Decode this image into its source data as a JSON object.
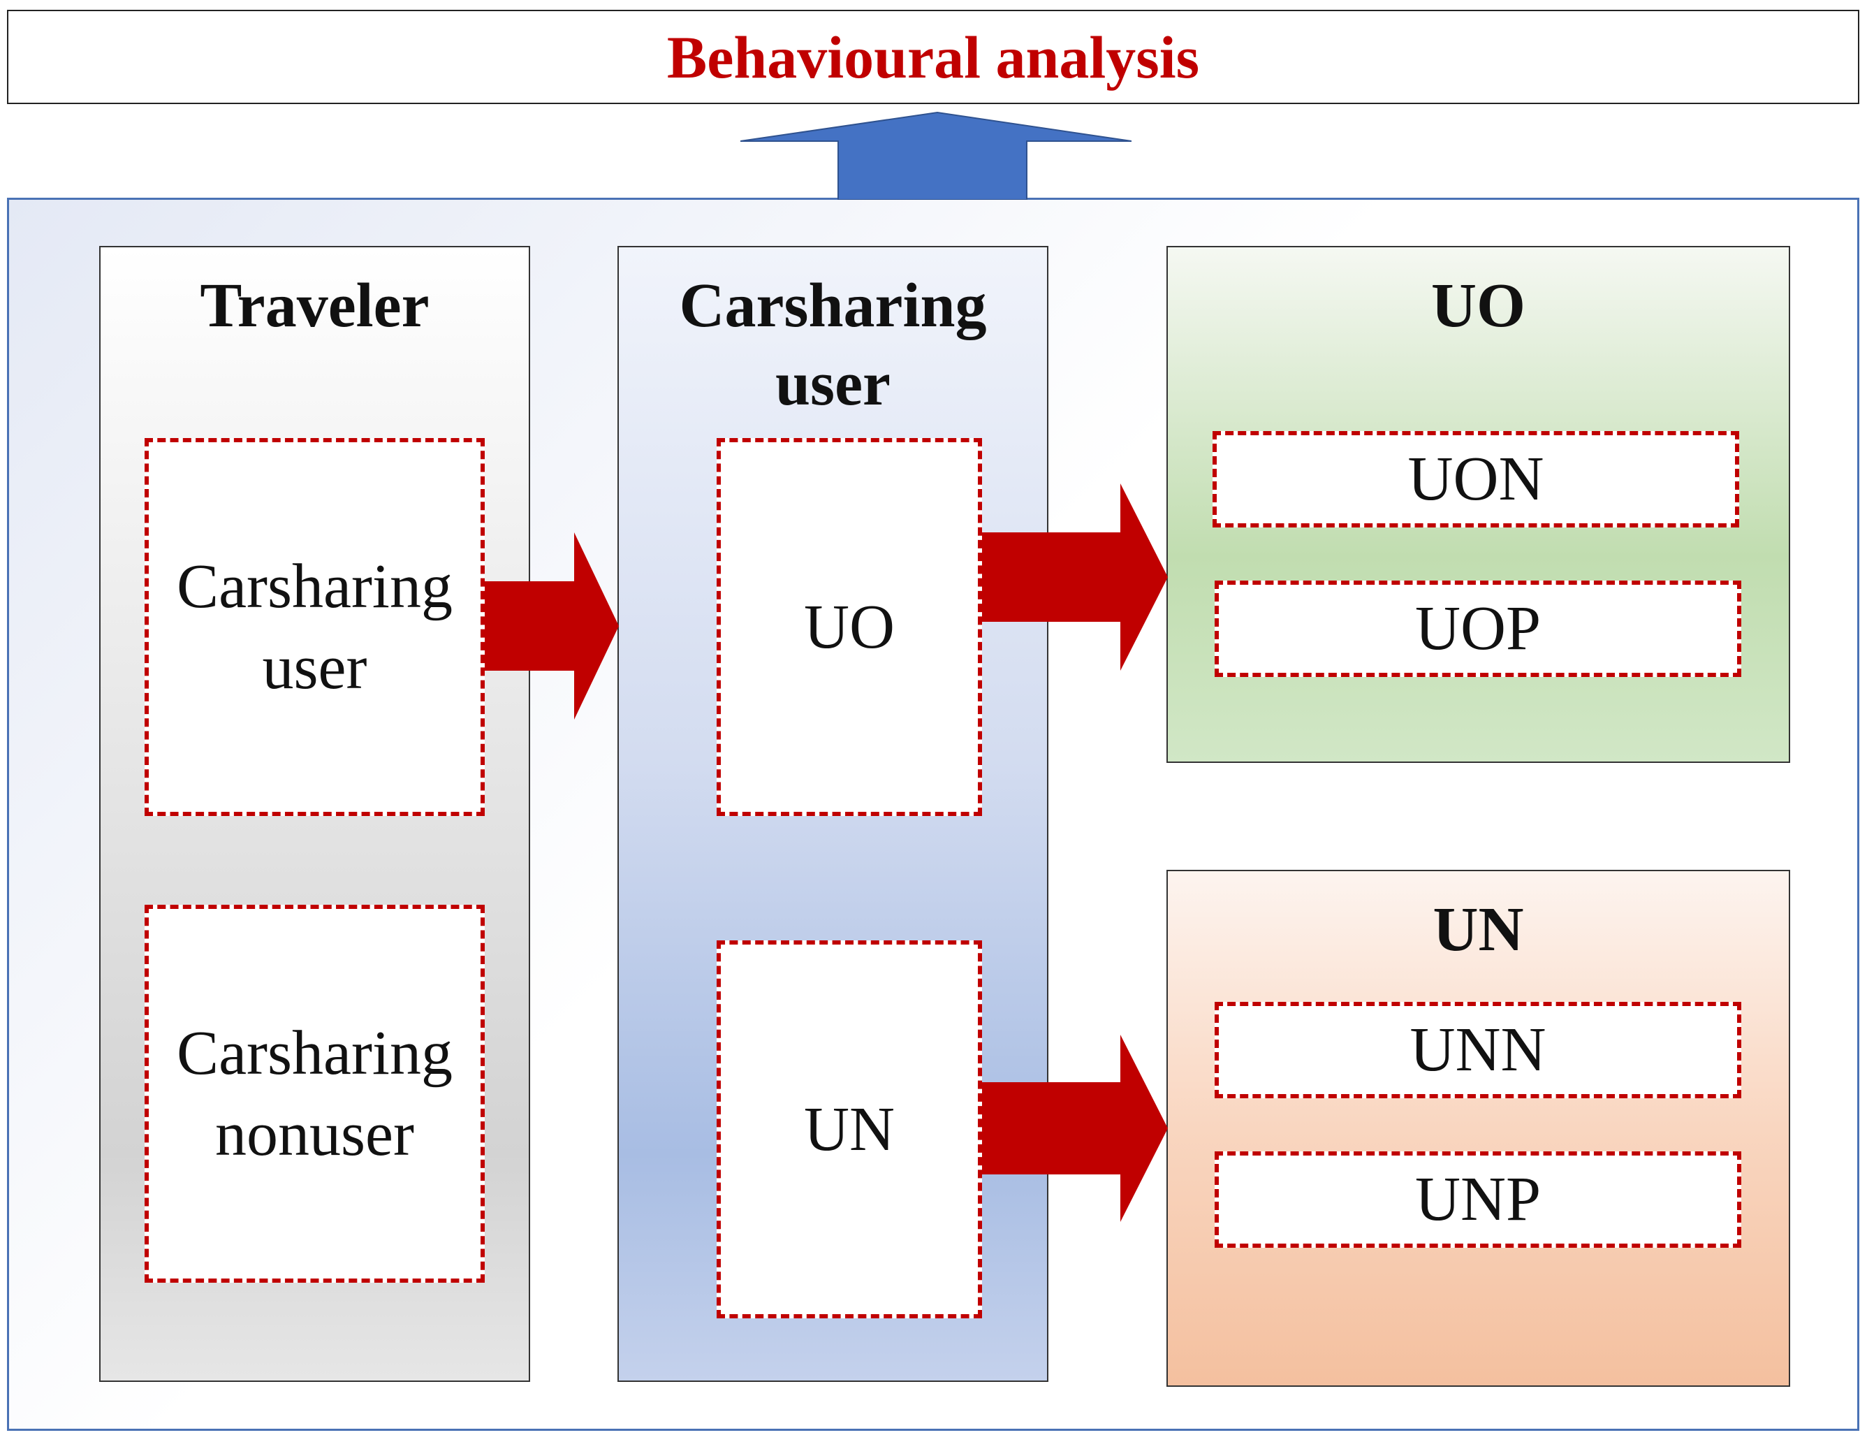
{
  "title": "Behavioural analysis",
  "colors": {
    "title_text": "#c00000",
    "arrow_up": "#4472c4",
    "arrow_red": "#c00000",
    "dash_border": "#c00000",
    "frame_border": "#4a72b5"
  },
  "columns": {
    "traveler": {
      "title": "Traveler",
      "items": [
        {
          "line1": "Carsharing",
          "line2": "user"
        },
        {
          "line1": "Carsharing",
          "line2": "nonuser"
        }
      ]
    },
    "carsharing_user": {
      "title_line1": "Carsharing",
      "title_line2": "user",
      "items": [
        "UO",
        "UN"
      ]
    },
    "uo_group": {
      "title": "UO",
      "items": [
        "UON",
        "UOP"
      ]
    },
    "un_group": {
      "title": "UN",
      "items": [
        "UNN",
        "UNP"
      ]
    }
  }
}
